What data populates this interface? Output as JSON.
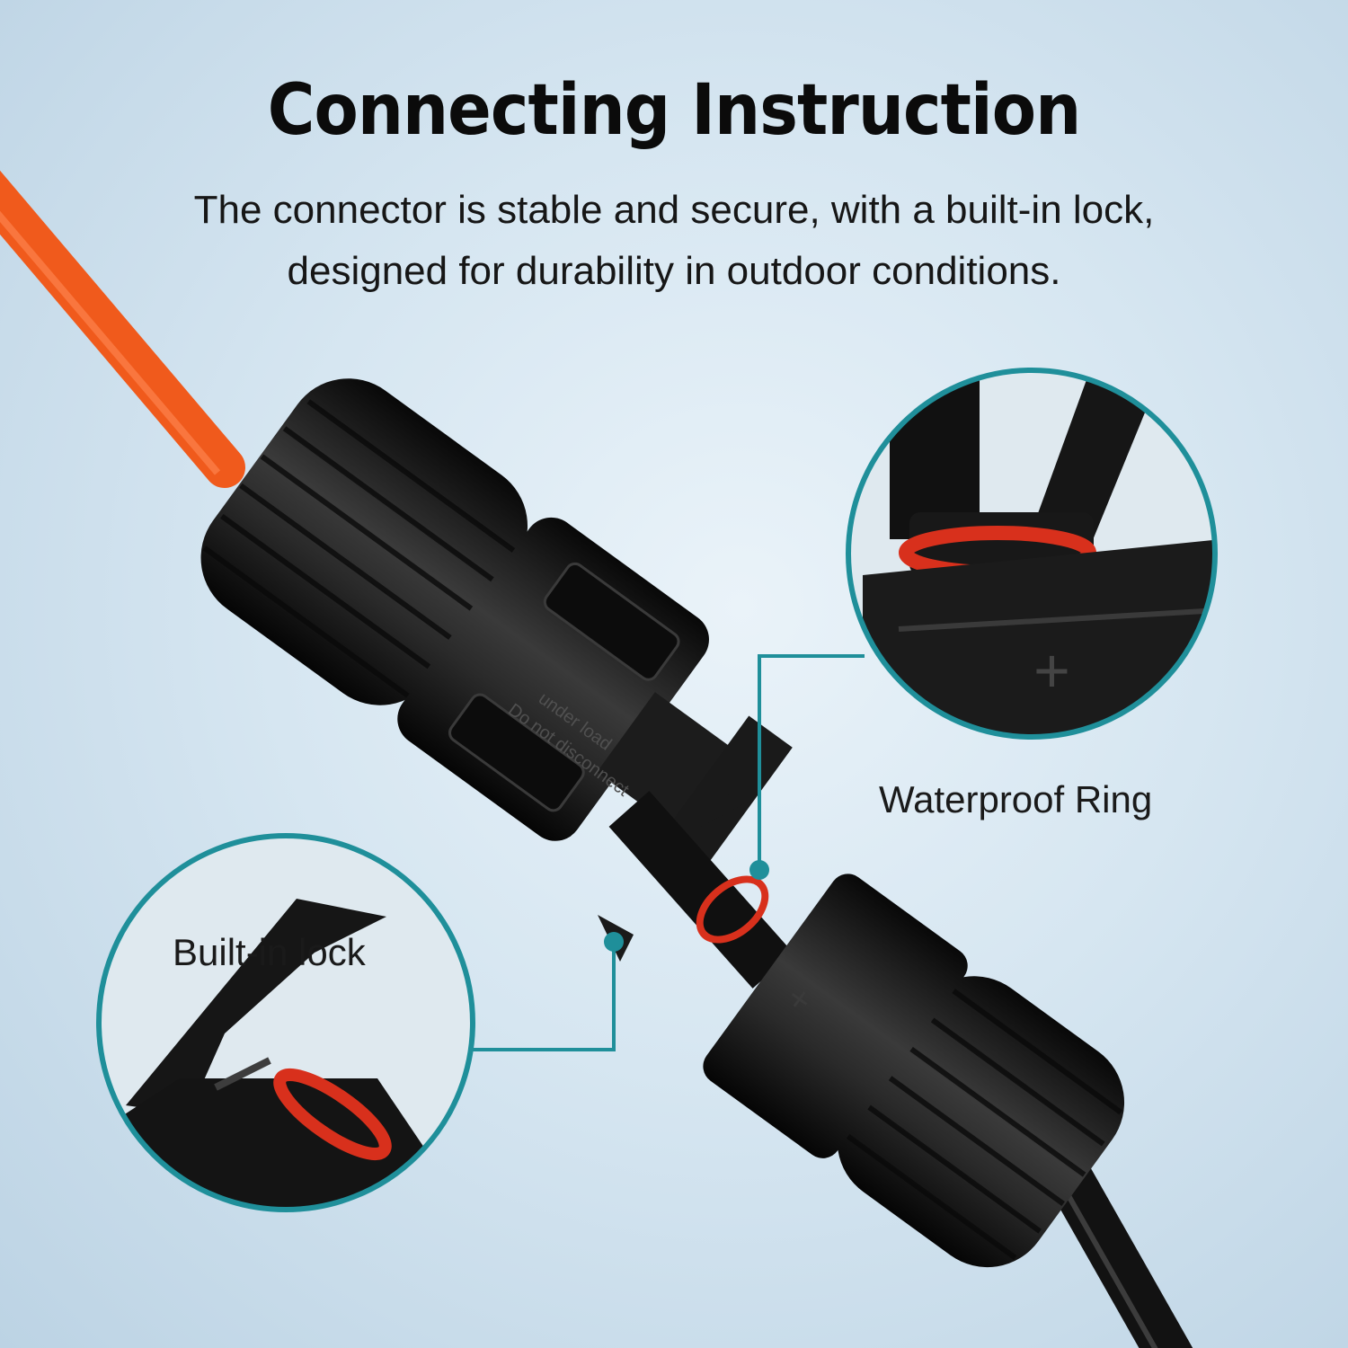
{
  "header": {
    "title": "Connecting Instruction",
    "subtitle_line1": "The connector is stable and secure, with a built-in lock,",
    "subtitle_line2": "designed for durability in outdoor conditions."
  },
  "connector": {
    "body_text_line1": "Do not disconnect",
    "body_text_line2": "under load",
    "polarity_mark": "+"
  },
  "callouts": {
    "waterproof_ring": "Waterproof Ring",
    "built_in_lock": "Built-in lock"
  },
  "colors": {
    "accent_teal": "#1f8f9a",
    "cable_orange": "#f05a1c",
    "ring_red": "#d8301c",
    "plastic_black": "#141414"
  }
}
